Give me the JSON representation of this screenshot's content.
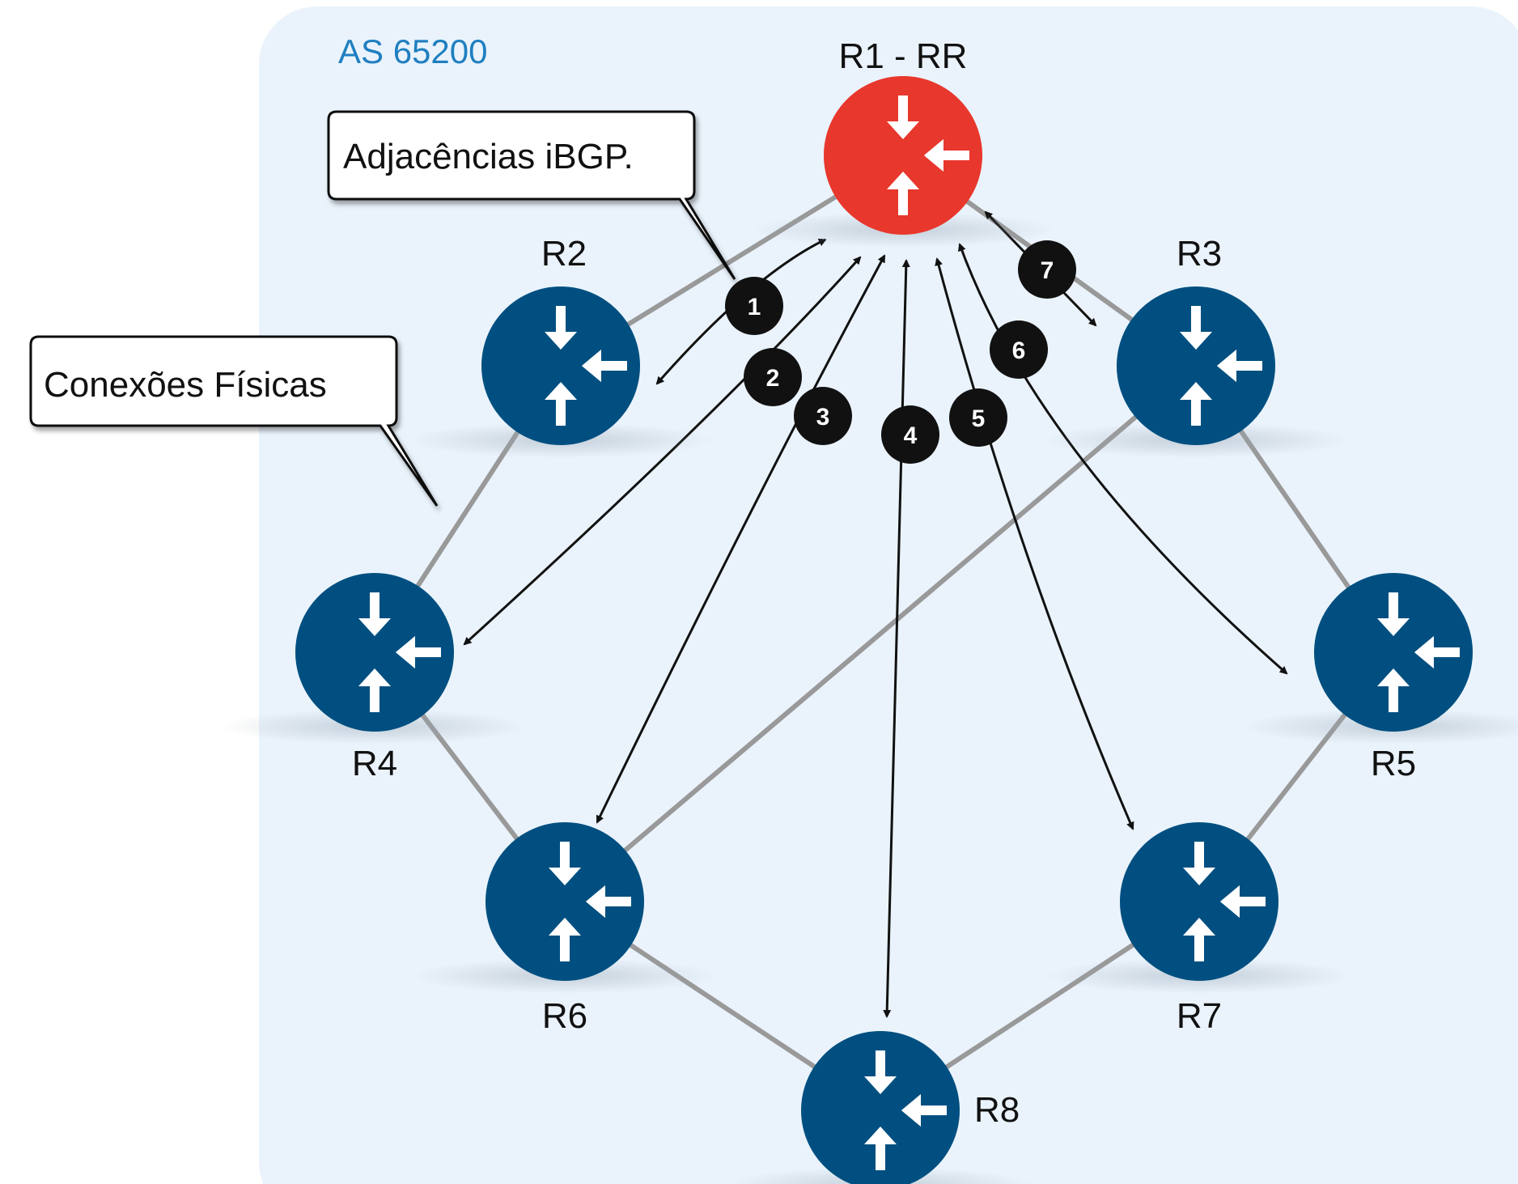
{
  "as_label": "AS 65200",
  "colors": {
    "as_background": "#eaf3fc",
    "as_label": "#1f7fc0",
    "router_rr": "#e8372c",
    "router": "#004f80",
    "physical_link": "#999999",
    "ibgp_session": "#111111",
    "badge": "#111111"
  },
  "routers": [
    {
      "id": "R1",
      "label": "R1 - RR",
      "role": "route-reflector"
    },
    {
      "id": "R2",
      "label": "R2",
      "role": "client"
    },
    {
      "id": "R3",
      "label": "R3",
      "role": "client"
    },
    {
      "id": "R4",
      "label": "R4",
      "role": "client"
    },
    {
      "id": "R5",
      "label": "R5",
      "role": "client"
    },
    {
      "id": "R6",
      "label": "R6",
      "role": "client"
    },
    {
      "id": "R7",
      "label": "R7",
      "role": "client"
    },
    {
      "id": "R8",
      "label": "R8",
      "role": "client"
    }
  ],
  "physical_links": [
    [
      "R1",
      "R2"
    ],
    [
      "R1",
      "R3"
    ],
    [
      "R2",
      "R4"
    ],
    [
      "R3",
      "R5"
    ],
    [
      "R3",
      "R6"
    ],
    [
      "R4",
      "R6"
    ],
    [
      "R5",
      "R7"
    ],
    [
      "R6",
      "R8"
    ],
    [
      "R7",
      "R8"
    ]
  ],
  "ibgp_sessions": [
    {
      "badge": "1",
      "from": "R1",
      "to": "R2"
    },
    {
      "badge": "2",
      "from": "R1",
      "to": "R4"
    },
    {
      "badge": "3",
      "from": "R1",
      "to": "R6"
    },
    {
      "badge": "4",
      "from": "R1",
      "to": "R8"
    },
    {
      "badge": "5",
      "from": "R1",
      "to": "R7"
    },
    {
      "badge": "6",
      "from": "R1",
      "to": "R5"
    },
    {
      "badge": "7",
      "from": "R1",
      "to": "R3"
    }
  ],
  "callouts": {
    "ibgp": "Adjacências iBGP.",
    "physical": "Conexões Físicas"
  }
}
